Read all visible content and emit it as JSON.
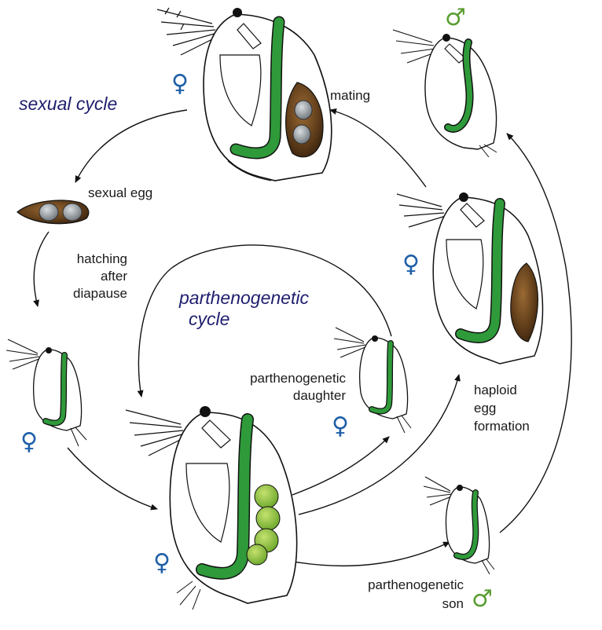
{
  "cycles": {
    "sexual": "sexual cycle",
    "parthenogenetic_line1": "parthenogenetic",
    "parthenogenetic_line2": "cycle"
  },
  "labels": {
    "mating": "mating",
    "sexual_egg": "sexual egg",
    "hatching_l1": "hatching",
    "hatching_l2": "after",
    "hatching_l3": "diapause",
    "daughter_l1": "parthenogenetic",
    "daughter_l2": "daughter",
    "haploid_l1": "haploid",
    "haploid_l2": "egg",
    "haploid_l3": "formation",
    "son_l1": "parthenogenetic",
    "son_l2": "son"
  },
  "symbols": {
    "female": "♀",
    "male": "♂"
  },
  "colors": {
    "female": "#1f5fa8",
    "male": "#5a9e32",
    "gut": "#2f9a3a",
    "resting_egg": "#6b4a26",
    "parthenogenetic_eggs": "#8cc63f",
    "cycle_title": "#1e1e6e"
  }
}
